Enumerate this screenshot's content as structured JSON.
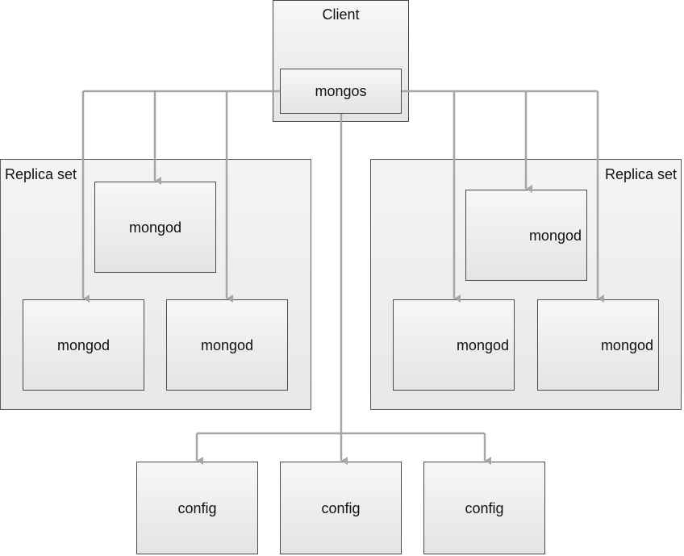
{
  "client": {
    "title": "Client",
    "router_label": "mongos"
  },
  "replica_sets": [
    {
      "title": "Replica set",
      "nodes": [
        "mongod",
        "mongod",
        "mongod"
      ]
    },
    {
      "title": "Replica set",
      "nodes": [
        "mongod",
        "mongod",
        "mongod"
      ]
    }
  ],
  "config_servers": [
    "config",
    "config",
    "config"
  ],
  "colors": {
    "connector": "#a6a6a6",
    "border": "#4a4a4a",
    "fill_top": "#f7f7f7",
    "fill_bottom": "#e4e4e4"
  }
}
